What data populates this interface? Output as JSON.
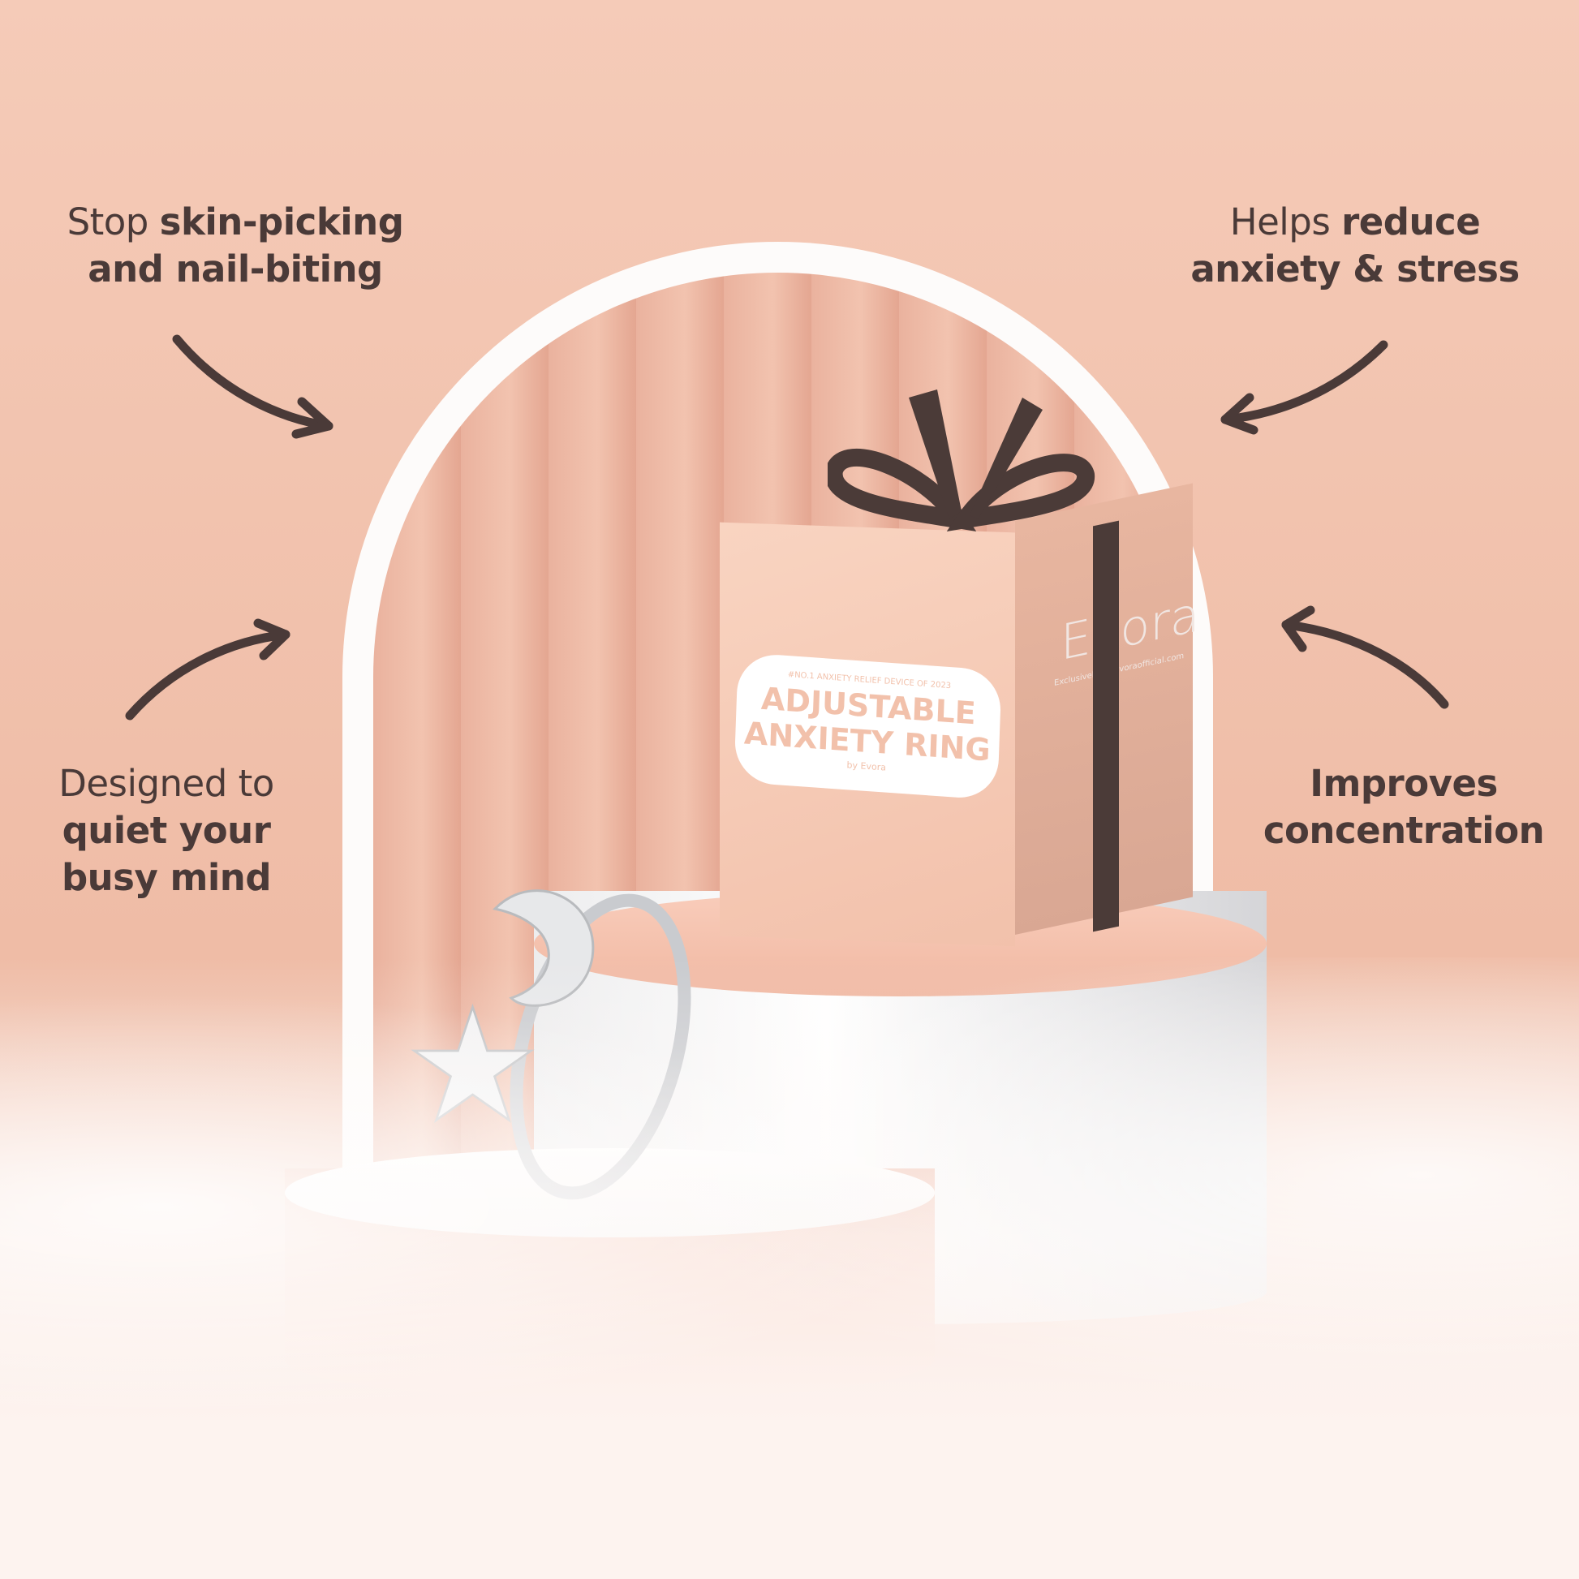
{
  "benefits": {
    "top_left": {
      "normal": "Stop ",
      "bold1": "skin-picking",
      "bold2": "and nail-biting"
    },
    "top_right": {
      "normal": "Helps ",
      "bold1": "reduce",
      "bold2": "anxiety & stress"
    },
    "bottom_left": {
      "normal": "Designed to",
      "bold1": "quiet your",
      "bold2": "busy mind"
    },
    "bottom_right": {
      "bold1": "Improves",
      "bold2": "concentration"
    }
  },
  "box": {
    "tagline": "#NO.1 ANXIETY RELIEF DEVICE OF 2023",
    "title_line1": "ADJUSTABLE",
    "title_line2": "ANXIETY RING",
    "by": "by Evora",
    "brand": "Evora",
    "brand_sub": "Exclusively on evoraofficial.com"
  },
  "colors": {
    "text": "#4a3a38",
    "accent": "#f2c1ab",
    "ribbon": "#4b3b38"
  }
}
